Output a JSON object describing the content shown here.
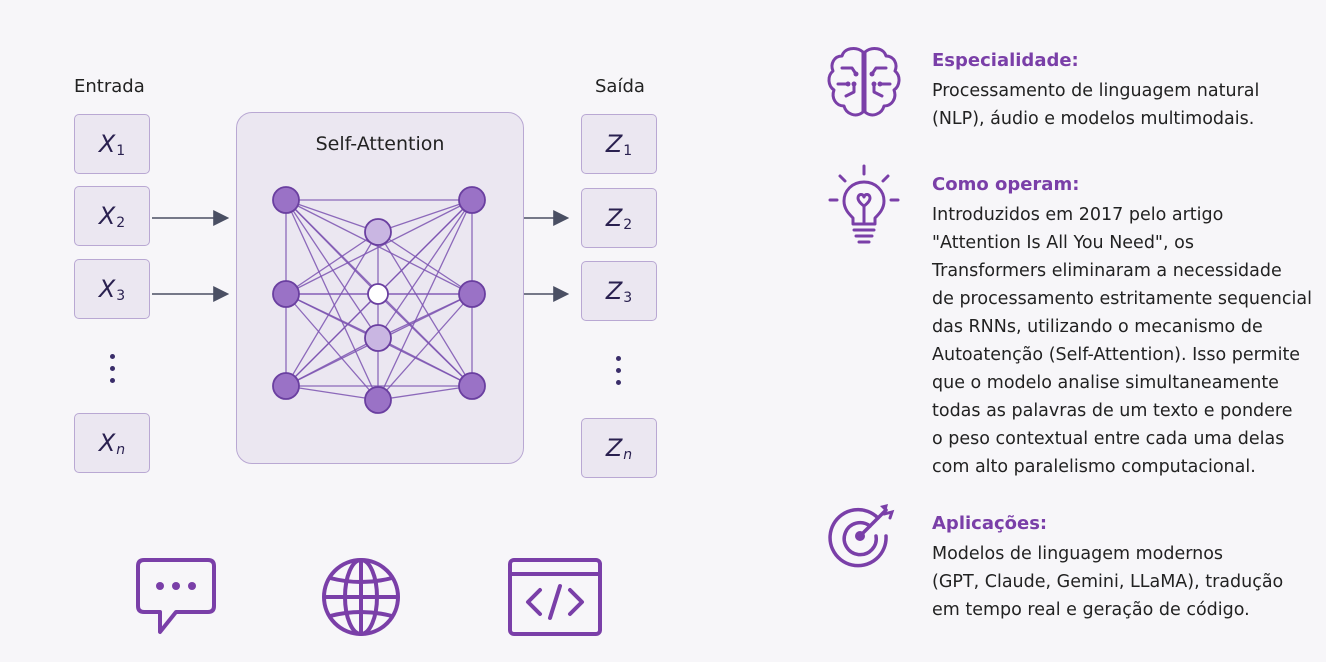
{
  "diagram": {
    "input_label": "Entrada",
    "output_label": "Saída",
    "block_title": "Self-Attention",
    "inputs": [
      {
        "var": "X",
        "sub": "1"
      },
      {
        "var": "X",
        "sub": "2"
      },
      {
        "var": "X",
        "sub": "3"
      },
      {
        "var": "X",
        "sub": "n"
      }
    ],
    "outputs": [
      {
        "var": "Z",
        "sub": "1"
      },
      {
        "var": "Z",
        "sub": "2"
      },
      {
        "var": "Z",
        "sub": "3"
      },
      {
        "var": "Z",
        "sub": "n"
      }
    ]
  },
  "bottom_icons": [
    "chat-bubble-icon",
    "globe-icon",
    "code-icon"
  ],
  "info": [
    {
      "icon": "brain-icon",
      "title": "Especialidade:",
      "lines": [
        "Processamento de linguagem natural",
        "(NLP), áudio e modelos multimodais."
      ]
    },
    {
      "icon": "lightbulb-icon",
      "title": "Como operam:",
      "lines": [
        "Introduzidos em 2017 pelo artigo",
        "\"Attention Is All You Need\", os",
        "Transformers eliminaram a necessidade",
        "de processamento estritamente sequencial",
        "das RNNs, utilizando o mecanismo de",
        "Autoatenção (Self-Attention). Isso permite",
        "que o modelo analise simultaneamente",
        "todas as palavras de um texto e pondere",
        "o peso contextual entre cada uma delas",
        "com alto paralelismo computacional."
      ]
    },
    {
      "icon": "target-icon",
      "title": "Aplicações:",
      "lines": [
        "Modelos de linguagem modernos",
        "(GPT, Claude, Gemini, LLaMA), tradução",
        "em tempo real e geração de código."
      ]
    }
  ],
  "colors": {
    "accent": "#7a3fa8",
    "node_dark": "#9a72c6",
    "node_light": "#c9b6e2",
    "box_fill": "#ebe7f1",
    "box_border": "#b9a8d3"
  }
}
